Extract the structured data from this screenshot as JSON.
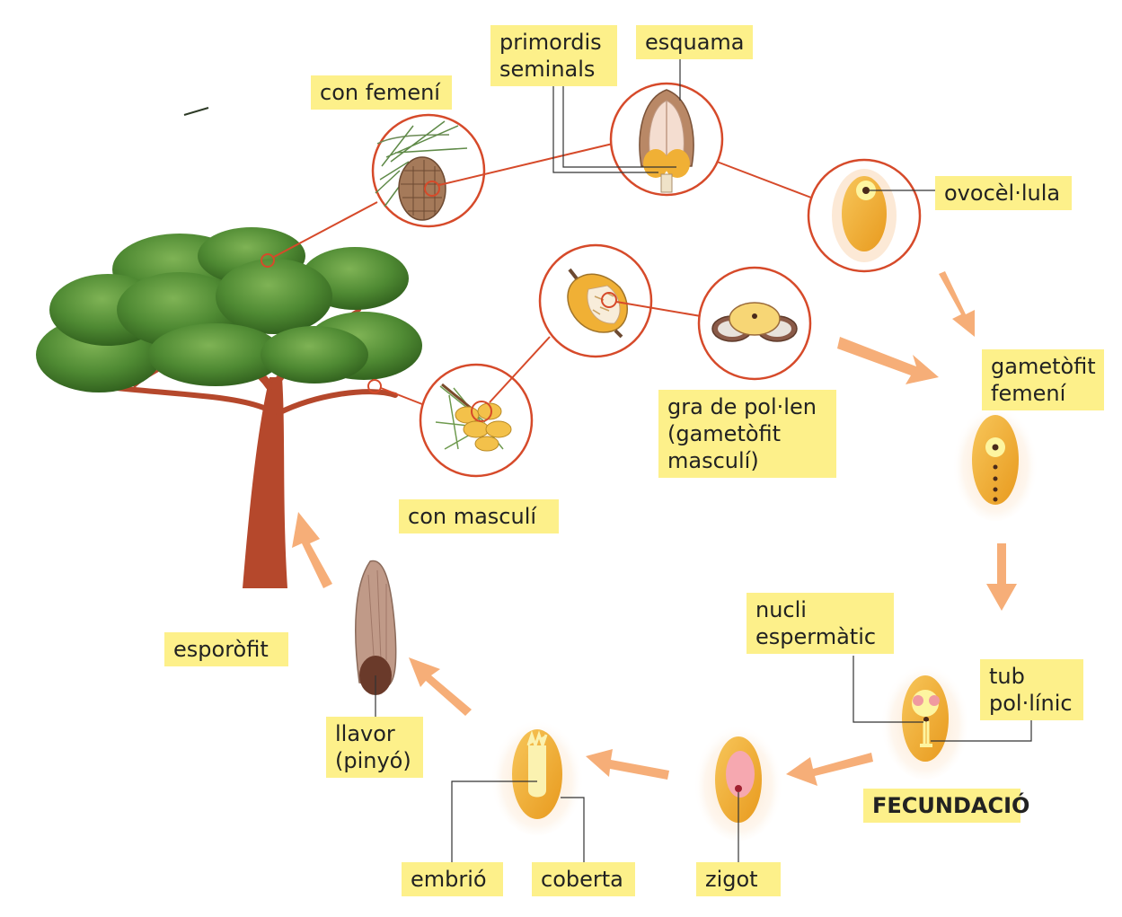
{
  "labels": {
    "primordis_seminals": "primordis\nseminals",
    "esquama": "esquama",
    "con_femeni": "con femení",
    "ovocel_lula": "ovocèl·lula",
    "gametofit_femeni": "gametòfit\nfemení",
    "gra_de_pollen": "gra de pol·len\n(gametòfit\nmasculí)",
    "con_masculi": "con masculí",
    "nucli_espermatic": "nucli\nespermàtic",
    "tub_pollinic": "tub\npol·línic",
    "fecundacio": "FECUNDACIÓ",
    "esporofit": "esporòfit",
    "llavor": "llavor\n(pinyó)",
    "embrio": "embrió",
    "coberta": "coberta",
    "zigot": "zigot"
  },
  "colors": {
    "label_bg": "#fdf08a",
    "circle_stroke": "#d64a2a",
    "arrow": "#f4a060",
    "foliage": "#4e8a34",
    "trunk": "#b5482c",
    "ovule": "#f0a828"
  },
  "icons": {
    "tree": "pine-tree-icon",
    "female_cone": "female-cone-icon",
    "male_cone": "male-cone-icon"
  }
}
